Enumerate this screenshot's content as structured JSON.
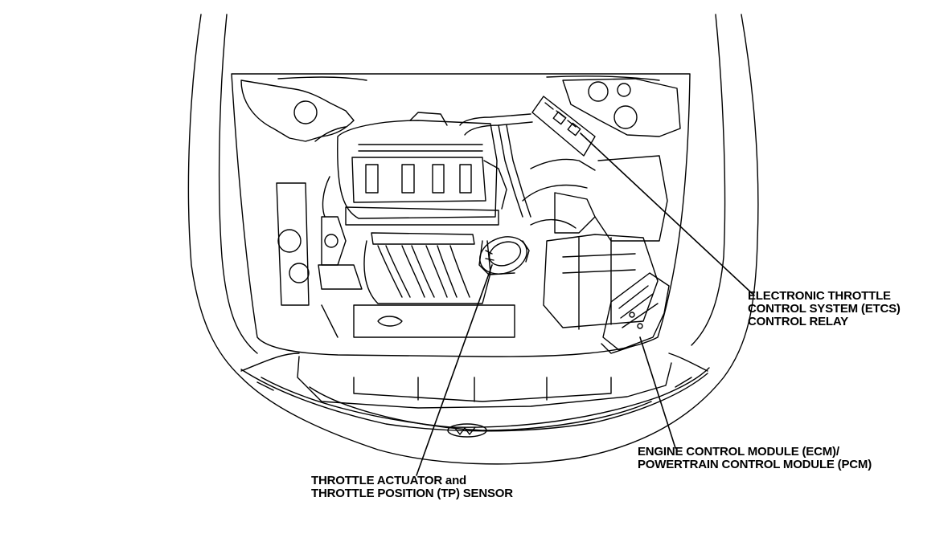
{
  "labels": {
    "etcs_relay": {
      "line1": "ELECTRONIC THROTTLE",
      "line2": "CONTROL SYSTEM (ETCS)",
      "line3": "CONTROL RELAY"
    },
    "ecm_pcm": {
      "line1": "ENGINE CONTROL MODULE (ECM)/",
      "line2": "POWERTRAIN CONTROL MODULE (PCM)"
    },
    "throttle": {
      "line1": "THROTTLE ACTUATOR and",
      "line2": "THROTTLE POSITION (TP) SENSOR"
    }
  },
  "colors": {
    "line": "#000000",
    "background": "#ffffff"
  }
}
